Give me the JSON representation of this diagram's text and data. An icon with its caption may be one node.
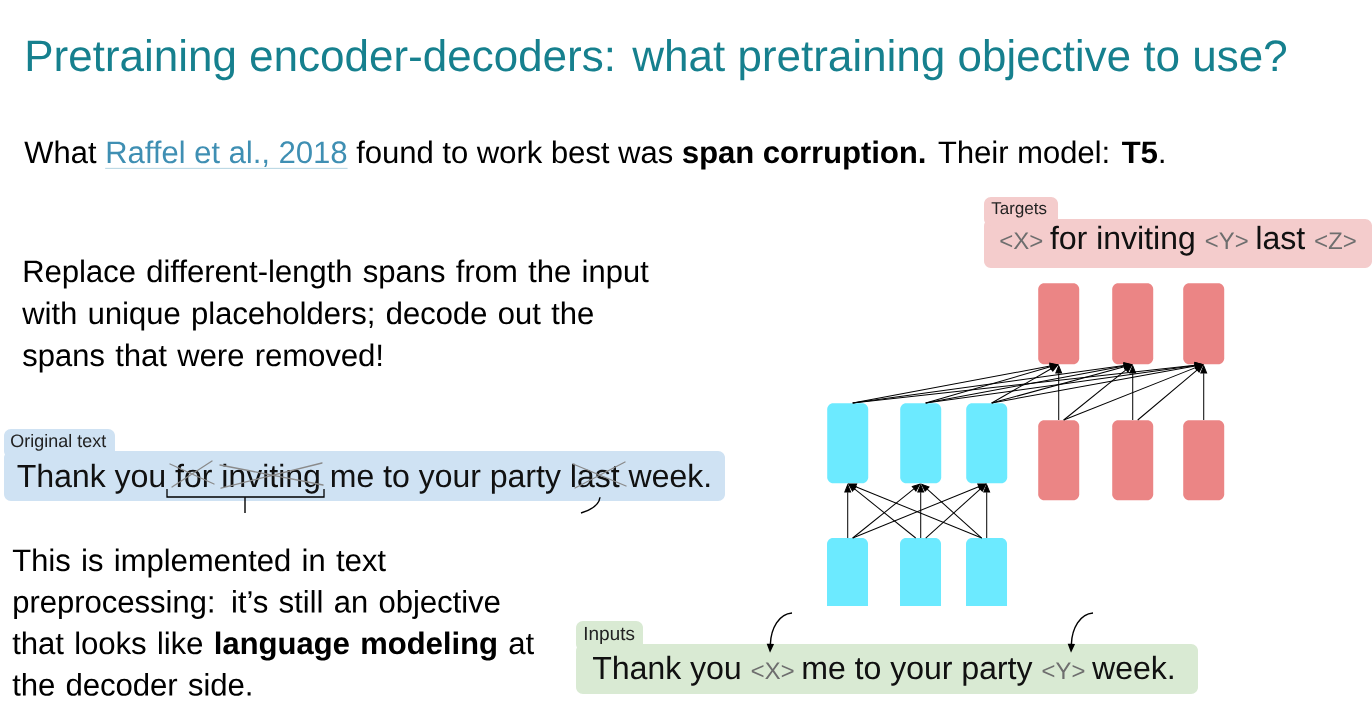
{
  "diagram": {
    "title": "Pretraining encoder-decoders: what pretraining objective to use?",
    "nodes": [
      {
        "text": [
          "Targets",
          "<X> for inviting <Y> last <Z>"
        ]
      },
      {
        "text": [],
        "shape": "box"
      },
      {
        "text": [],
        "shape": "box"
      },
      {
        "text": [],
        "shape": "box"
      },
      {
        "text": [],
        "shape": "box"
      },
      {
        "text": [],
        "shape": "box"
      },
      {
        "text": [],
        "shape": "box"
      },
      {
        "text": [],
        "shape": "box"
      },
      {
        "text": [],
        "shape": "box"
      },
      {
        "text": [],
        "shape": "box"
      },
      {
        "text": [
          "Original text",
          "Thank you for inviting me to your party last week."
        ]
      },
      {
        "text": [],
        "shape": "box"
      },
      {
        "text": [],
        "shape": "box"
      },
      {
        "text": [],
        "shape": "box"
      },
      {
        "text": [
          "Inputs",
          "Thank you <X> me to your party <Y> week."
        ]
      }
    ],
    "edges": [
      {
        "from": 11,
        "to": 4,
        "arrow": "to"
      },
      {
        "from": 11,
        "to": 5,
        "arrow": "to"
      },
      {
        "from": 11,
        "to": 6,
        "arrow": "to"
      },
      {
        "from": 12,
        "to": 4,
        "arrow": "to"
      },
      {
        "from": 12,
        "to": 5,
        "arrow": "to"
      },
      {
        "from": 12,
        "to": 6,
        "arrow": "to"
      },
      {
        "from": 13,
        "to": 4,
        "arrow": "to"
      },
      {
        "from": 13,
        "to": 5,
        "arrow": "to"
      },
      {
        "from": 13,
        "to": 6,
        "arrow": "to"
      },
      {
        "from": 4,
        "to": 1,
        "arrow": "to"
      },
      {
        "from": 4,
        "to": 2,
        "arrow": "to"
      },
      {
        "from": 4,
        "to": 3,
        "arrow": "to"
      },
      {
        "from": 5,
        "to": 1,
        "arrow": "to"
      },
      {
        "from": 5,
        "to": 2,
        "arrow": "to"
      },
      {
        "from": 5,
        "to": 3,
        "arrow": "to"
      },
      {
        "from": 6,
        "to": 1,
        "arrow": "to"
      },
      {
        "from": 6,
        "to": 2,
        "arrow": "to"
      },
      {
        "from": 6,
        "to": 3,
        "arrow": "to"
      },
      {
        "from": 7,
        "to": 1,
        "arrow": "to"
      },
      {
        "from": 7,
        "to": 2,
        "arrow": "to"
      },
      {
        "from": 7,
        "to": 3,
        "arrow": "to"
      },
      {
        "from": 8,
        "to": 2,
        "arrow": "to"
      },
      {
        "from": 8,
        "to": 3,
        "arrow": "to"
      },
      {
        "from": 9,
        "to": 3,
        "arrow": "to"
      },
      {
        "from": 10,
        "to": null,
        "arrow": "none"
      },
      {
        "from": 10,
        "to": null,
        "arrow": "none"
      },
      {
        "from": null,
        "to": 14,
        "arrow": "to"
      },
      {
        "from": null,
        "to": 14,
        "arrow": "to"
      }
    ],
    "labels": [
      "What Raffel et al., 2018 found to work best was **span corruption.** Their model: **T5**.",
      "Replace different-length spans from the input with unique placeholders; decode out the spans that were removed!",
      "This is implemented in text preprocessing: it’s still an objective that looks like **language modeling** at the decoder side."
    ]
  }
}
